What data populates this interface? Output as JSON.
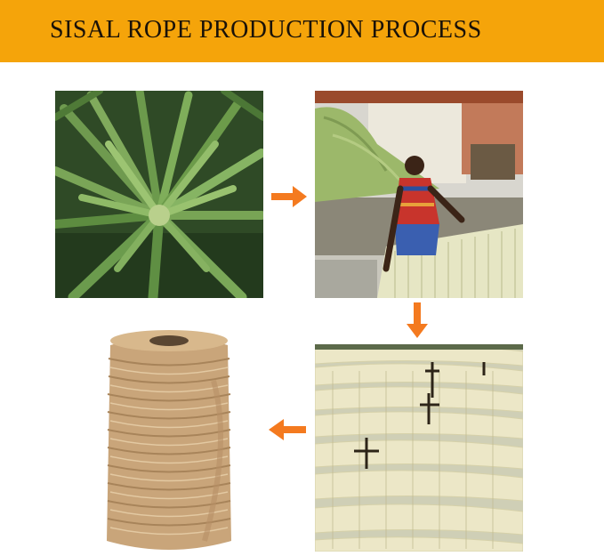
{
  "banner": {
    "title": "SISAL ROPE PRODUCTION PROCESS",
    "background_color": "#f5a40a"
  },
  "steps": [
    {
      "image": "sisal-plant-photo"
    },
    {
      "image": "fiber-processing-worker-photo"
    },
    {
      "image": "fiber-drying-racks-photo"
    },
    {
      "image": "jute-rope-spool-photo"
    }
  ],
  "arrows": [
    {
      "direction": "right",
      "icon": "arrow-right-icon"
    },
    {
      "direction": "down",
      "icon": "arrow-down-icon"
    },
    {
      "direction": "left",
      "icon": "arrow-left-icon"
    }
  ],
  "colors": {
    "arrow": "#f47a1f"
  }
}
